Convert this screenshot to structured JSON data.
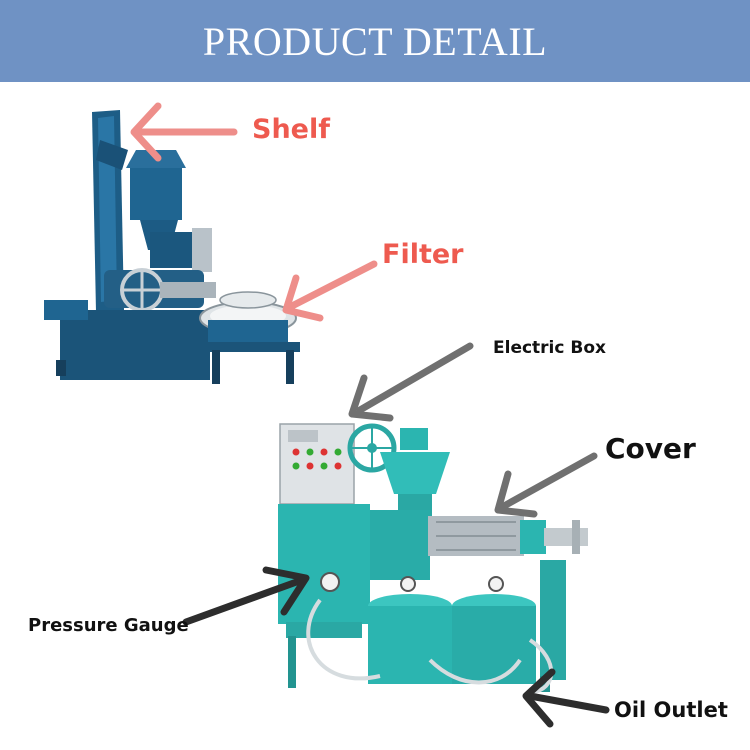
{
  "banner": {
    "title": "PRODUCT DETAIL"
  },
  "labels": {
    "shelf": "Shelf",
    "filter": "Filter",
    "electric_box": "Electric Box",
    "cover": "Cover",
    "pressure_gauge": "Pressure Gauge",
    "oil_outlet": "Oil Outlet"
  },
  "colors": {
    "banner": "#6f92c4",
    "banner_text": "#ffffff",
    "top_label": "#ee5a4f",
    "top_arrow": "#ee8e8a",
    "bottom_label": "#111111",
    "bottom_arrow": "#707070",
    "machine_top": "#1d5d86",
    "machine_bottom": "#2bb5b0"
  },
  "images": [
    "oil-press-machine-with-shelf-and-filter-photo",
    "oil-press-machine-with-electric-box-photo"
  ]
}
